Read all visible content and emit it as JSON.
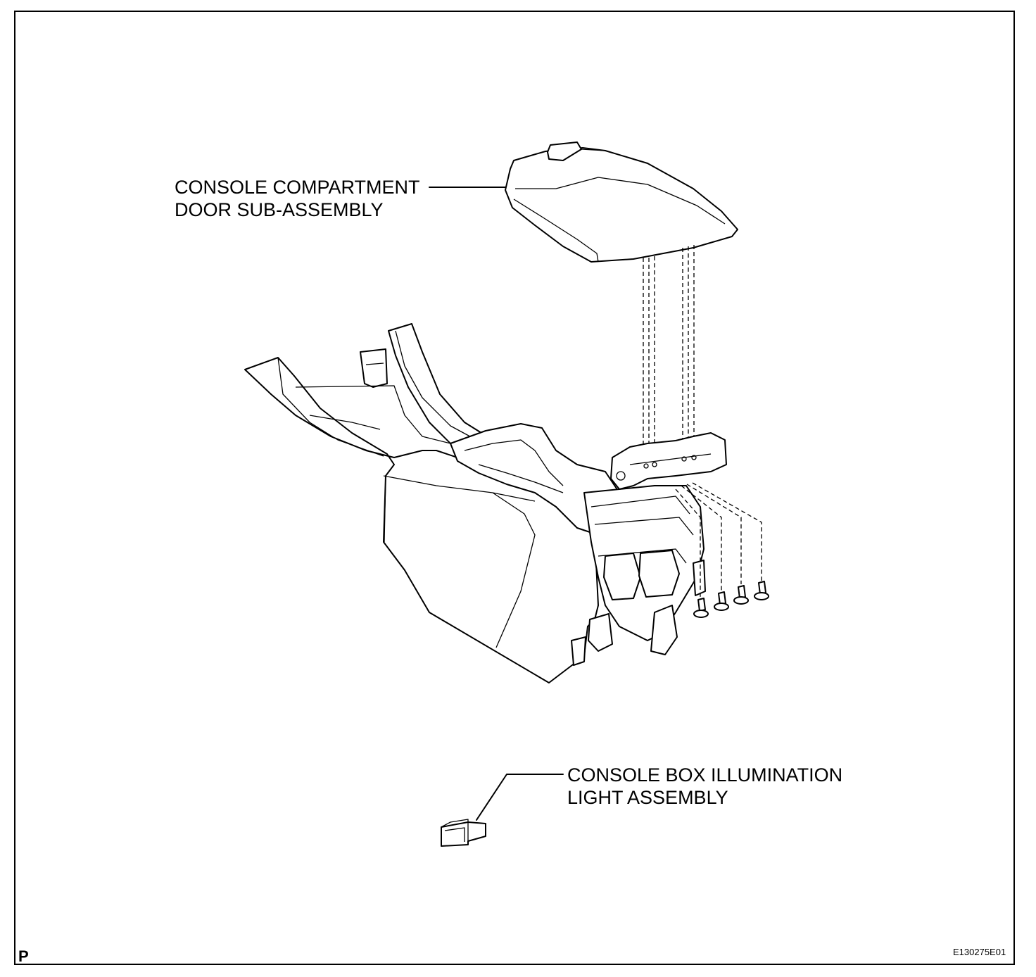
{
  "diagram": {
    "labels": {
      "door": [
        "CONSOLE COMPARTMENT",
        "DOOR SUB-ASSEMBLY"
      ],
      "light": [
        "CONSOLE BOX ILLUMINATION",
        "LIGHT ASSEMBLY"
      ]
    },
    "corner_mark": "P",
    "figure_code": "E130275E01",
    "parts": {
      "door": "console-compartment-door-sub-assembly",
      "console": "console-box",
      "light": "console-box-illumination-light-assembly",
      "screws": 4
    }
  }
}
